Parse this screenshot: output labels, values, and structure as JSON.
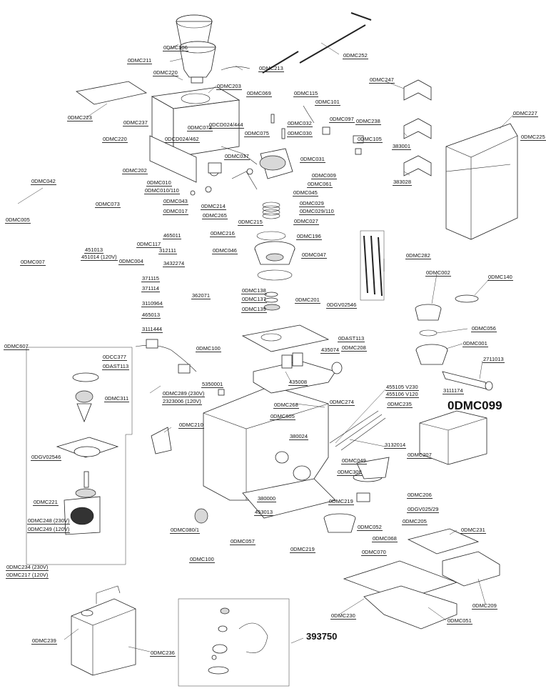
{
  "title": "",
  "parts": [
    {
      "id": "odmc306",
      "text": "0DMC306"
    },
    {
      "id": "odmc211",
      "text": "0DMC211"
    },
    {
      "id": "odmc213",
      "text": "0DMC213"
    },
    {
      "id": "odmc252",
      "text": "0DMC252"
    },
    {
      "id": "odmc220a",
      "text": "0DMC220"
    },
    {
      "id": "odmc203",
      "text": "0DMC203"
    },
    {
      "id": "odmc223",
      "text": "0DMC223"
    },
    {
      "id": "odmc069",
      "text": "0DMC069"
    },
    {
      "id": "odmc115",
      "text": "0DMC115"
    },
    {
      "id": "odmc101",
      "text": "0DMC101"
    },
    {
      "id": "odmc247",
      "text": "0DMC247"
    },
    {
      "id": "odmc227",
      "text": "0DMC227"
    },
    {
      "id": "odmc237",
      "text": "0DMC237"
    },
    {
      "id": "odcd024_444",
      "text": "0DCD024/444"
    },
    {
      "id": "odmc073a",
      "text": "0DMC073"
    },
    {
      "id": "odmc032",
      "text": "0DMC032"
    },
    {
      "id": "odmc097",
      "text": "0DMC097"
    },
    {
      "id": "odmc238",
      "text": "0DMC238"
    },
    {
      "id": "odmc075",
      "text": "0DMC075"
    },
    {
      "id": "odmc030",
      "text": "0DMC030"
    },
    {
      "id": "odmc225",
      "text": "0DMC225"
    },
    {
      "id": "odmc220b",
      "text": "0DMC220"
    },
    {
      "id": "odcd024_462",
      "text": "0DCD024/462"
    },
    {
      "id": "odmc105",
      "text": "0DMC105"
    },
    {
      "id": "n383001",
      "text": "383001"
    },
    {
      "id": "odmc037",
      "text": "0DMC037"
    },
    {
      "id": "odmc031",
      "text": "0DMC031"
    },
    {
      "id": "odmc202",
      "text": "0DMC202"
    },
    {
      "id": "odmc009",
      "text": "0DMC009"
    },
    {
      "id": "n383028",
      "text": "383028"
    },
    {
      "id": "odmc042",
      "text": "0DMC042"
    },
    {
      "id": "odmc010",
      "text": "0DMC010"
    },
    {
      "id": "odmc061",
      "text": "0DMC061"
    },
    {
      "id": "odmc010_110",
      "text": "0DMC010/110"
    },
    {
      "id": "odmc045",
      "text": "0DMC045"
    },
    {
      "id": "odmc043",
      "text": "0DMC043"
    },
    {
      "id": "odmc029",
      "text": "0DMC029"
    },
    {
      "id": "odmc214",
      "text": "0DMC214"
    },
    {
      "id": "odmc029_110",
      "text": "0DMC029/110"
    },
    {
      "id": "odmc073b",
      "text": "0DMC073"
    },
    {
      "id": "odmc017",
      "text": "0DMC017"
    },
    {
      "id": "odmc027",
      "text": "0DMC027"
    },
    {
      "id": "odmc005",
      "text": "0DMC005"
    },
    {
      "id": "odmc265",
      "text": "0DMC265"
    },
    {
      "id": "odmc215",
      "text": "0DMC215"
    },
    {
      "id": "n465011",
      "text": "465011"
    },
    {
      "id": "odmc216",
      "text": "0DMC216"
    },
    {
      "id": "odmc196",
      "text": "0DMC196"
    },
    {
      "id": "odmc117",
      "text": "0DMC117"
    },
    {
      "id": "n451013",
      "text": "451013"
    },
    {
      "id": "n451014",
      "text": "451014 (120V)"
    },
    {
      "id": "odmc046",
      "text": "0DMC046"
    },
    {
      "id": "n312111",
      "text": "312111"
    },
    {
      "id": "odmc047",
      "text": "0DMC047"
    },
    {
      "id": "odmc282",
      "text": "0DMC282"
    },
    {
      "id": "odmc007",
      "text": "0DMC007"
    },
    {
      "id": "odmc004",
      "text": "0DMC004"
    },
    {
      "id": "n3432274",
      "text": "3432274"
    },
    {
      "id": "odmc002",
      "text": "0DMC002"
    },
    {
      "id": "odmc140",
      "text": "0DMC140"
    },
    {
      "id": "n371115",
      "text": "371115"
    },
    {
      "id": "n371114",
      "text": "371114"
    },
    {
      "id": "n362071",
      "text": "362071"
    },
    {
      "id": "odmc138",
      "text": "0DMC138"
    },
    {
      "id": "odmc137",
      "text": "0DMC137"
    },
    {
      "id": "n3110964",
      "text": "3110964"
    },
    {
      "id": "odmc201",
      "text": "0DMC201"
    },
    {
      "id": "odmc139",
      "text": "0DMC139"
    },
    {
      "id": "odgv02546a",
      "text": "0DGV02546"
    },
    {
      "id": "n465013",
      "text": "465013"
    },
    {
      "id": "n3111444",
      "text": "3111444"
    },
    {
      "id": "odmc056",
      "text": "0DMC056"
    },
    {
      "id": "odast113a",
      "text": "0DAST113"
    },
    {
      "id": "odmc607",
      "text": "0DMC607"
    },
    {
      "id": "odmc100a",
      "text": "0DMC100"
    },
    {
      "id": "n435074",
      "text": "435074"
    },
    {
      "id": "odmc208",
      "text": "0DMC208"
    },
    {
      "id": "odmc001",
      "text": "0DMC001"
    },
    {
      "id": "odcc377",
      "text": "0DCC377"
    },
    {
      "id": "odast113b",
      "text": "0DAST113"
    },
    {
      "id": "n2711013",
      "text": "2711013"
    },
    {
      "id": "n5350001",
      "text": "5350001"
    },
    {
      "id": "n435008",
      "text": "435008"
    },
    {
      "id": "n455105",
      "text": "455105 V230"
    },
    {
      "id": "n455106",
      "text": "455106 V120"
    },
    {
      "id": "odmc311",
      "text": "0DMC311"
    },
    {
      "id": "odmc289",
      "text": "0DMC289 (230V)"
    },
    {
      "id": "n2323006",
      "text": "2323006 (120V)"
    },
    {
      "id": "n3111174",
      "text": "3111174"
    },
    {
      "id": "odmc274",
      "text": "0DMC274"
    },
    {
      "id": "odmc268",
      "text": "0DMC268"
    },
    {
      "id": "odmc235",
      "text": "0DMC235"
    },
    {
      "id": "odmc099",
      "text": "0DMC099"
    },
    {
      "id": "odmc605",
      "text": "0DMC605"
    },
    {
      "id": "odmc210",
      "text": "0DMC210"
    },
    {
      "id": "n380024",
      "text": "380024"
    },
    {
      "id": "n3132014",
      "text": "3132014"
    },
    {
      "id": "odgv02546b",
      "text": "0DGV02546"
    },
    {
      "id": "odmc049",
      "text": "0DMC049"
    },
    {
      "id": "odmc207",
      "text": "0DMC207"
    },
    {
      "id": "odmc308",
      "text": "0DMC308"
    },
    {
      "id": "odmc221",
      "text": "0DMC221"
    },
    {
      "id": "odmc206",
      "text": "0DMC206"
    },
    {
      "id": "n380000",
      "text": "380000"
    },
    {
      "id": "odmc219a",
      "text": "0DMC219"
    },
    {
      "id": "odgv02529",
      "text": "0DGV025/29"
    },
    {
      "id": "odmc248",
      "text": "0DMC248 (230V)"
    },
    {
      "id": "odmc249",
      "text": "0DMC249 (120V)"
    },
    {
      "id": "n453013",
      "text": "453013"
    },
    {
      "id": "odmc205",
      "text": "0DMC205"
    },
    {
      "id": "odmc231",
      "text": "0DMC231"
    },
    {
      "id": "odmc080_1",
      "text": "0DMC080/1"
    },
    {
      "id": "odmc052",
      "text": "0DMC052"
    },
    {
      "id": "odmc057",
      "text": "0DMC057"
    },
    {
      "id": "odmc068",
      "text": "0DMC068"
    },
    {
      "id": "odmc219b",
      "text": "0DMC219"
    },
    {
      "id": "odmc070",
      "text": "0DMC070"
    },
    {
      "id": "odmc100b",
      "text": "0DMC100"
    },
    {
      "id": "odmc234",
      "text": "0DMC234 (230V)"
    },
    {
      "id": "odmc217",
      "text": "0DMC217 (120V)"
    },
    {
      "id": "odmc209",
      "text": "0DMC209"
    },
    {
      "id": "odmc230",
      "text": "0DMC230"
    },
    {
      "id": "odmc051",
      "text": "0DMC051"
    },
    {
      "id": "odmc239",
      "text": "0DMC239"
    },
    {
      "id": "n393750",
      "text": "393750"
    },
    {
      "id": "odmc236",
      "text": "0DMC236"
    }
  ]
}
